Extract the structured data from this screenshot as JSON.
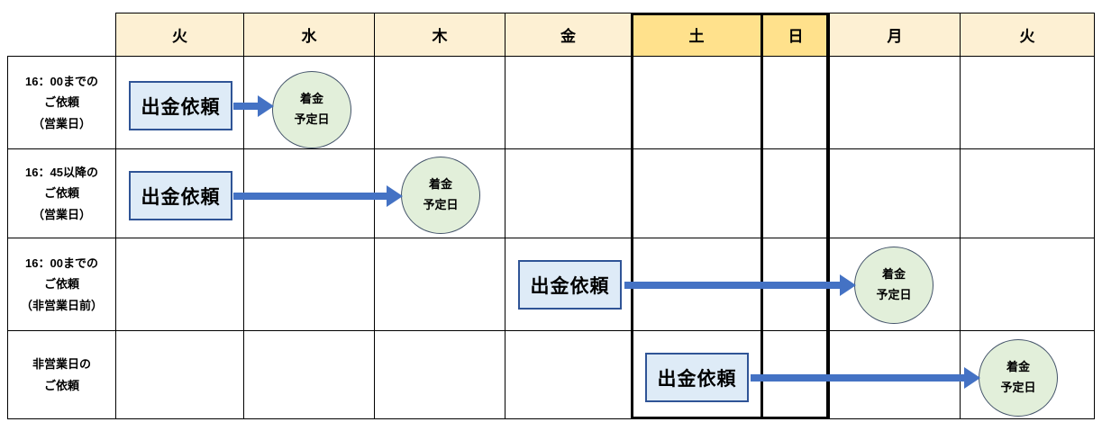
{
  "header": {
    "days": [
      "火",
      "水",
      "木",
      "金",
      "土",
      "日",
      "月",
      "火"
    ]
  },
  "rows": [
    {
      "label": "16：00までの\nご依頼\n（営業日）",
      "request_box": "出金依頼",
      "arrival_circle": "着金\n予定日",
      "request_day": "火",
      "arrival_day": "水"
    },
    {
      "label": "16：45以降の\nご依頼\n（営業日）",
      "request_box": "出金依頼",
      "arrival_circle": "着金\n予定日",
      "request_day": "火",
      "arrival_day": "木"
    },
    {
      "label": "16：00までの\nご依頼\n（非営業日前）",
      "request_box": "出金依頼",
      "arrival_circle": "着金\n予定日",
      "request_day": "金",
      "arrival_day": "月"
    },
    {
      "label": "非営業日の\nご依頼",
      "request_box": "出金依頼",
      "arrival_circle": "着金\n予定日",
      "request_day": "土",
      "arrival_day": "火"
    }
  ],
  "colors": {
    "header_bg": "#FDF0D3",
    "weekend_header_bg": "#FFE18C",
    "grid_border": "#000000",
    "request_box_fill": "#DEEBF7",
    "request_box_border": "#2F5496",
    "arrival_circle_fill": "#E2EFDA",
    "arrival_circle_border": "#44546A",
    "arrow": "#4472C4"
  }
}
